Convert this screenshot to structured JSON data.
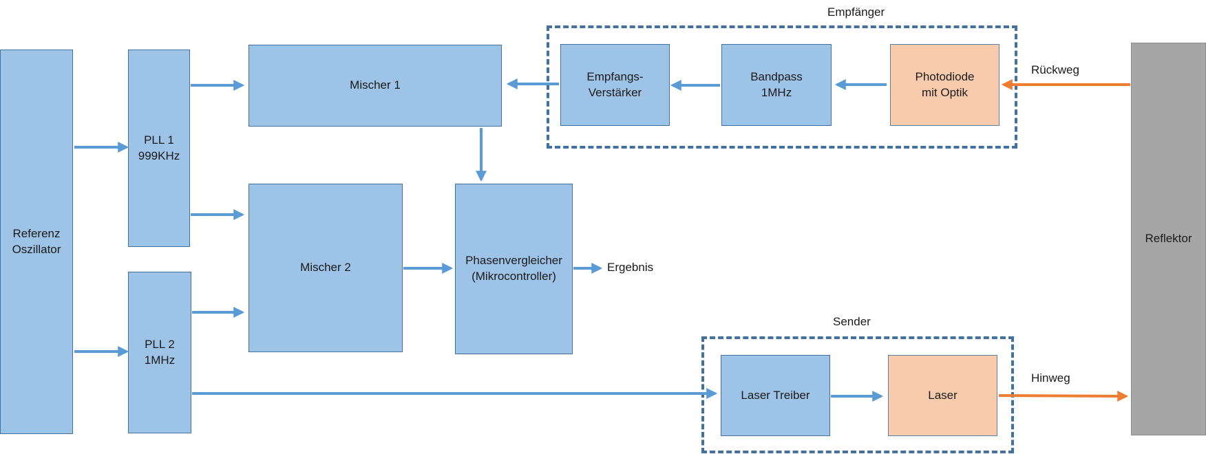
{
  "blocks": {
    "referenz": "Referenz\nOszillator",
    "pll1": "PLL 1\n999KHz",
    "pll2": "PLL 2\n1MHz",
    "mischer1": "Mischer 1",
    "mischer2": "Mischer 2",
    "phasenvergleicher": "Phasenvergleicher\n(Mikrocontroller)",
    "empfangsverstaerker": "Empfangs-\nVerstärker",
    "bandpass": "Bandpass\n1MHz",
    "photodiode": "Photodiode\nmit Optik",
    "laser_treiber": "Laser Treiber",
    "laser": "Laser",
    "reflektor": "Reflektor"
  },
  "groups": {
    "empfaenger": "Empfänger",
    "sender": "Sender"
  },
  "labels": {
    "ergebnis": "Ergebnis",
    "rueckweg": "Rückweg",
    "hinweg": "Hinweg"
  },
  "colors": {
    "block_blue": "#9dc3e6",
    "block_orange": "#f8cbad",
    "block_gray": "#a6a6a6",
    "signal_arrow": "#5b9bd5",
    "optical_arrow": "#ed7d31",
    "group_border": "#41719c"
  }
}
